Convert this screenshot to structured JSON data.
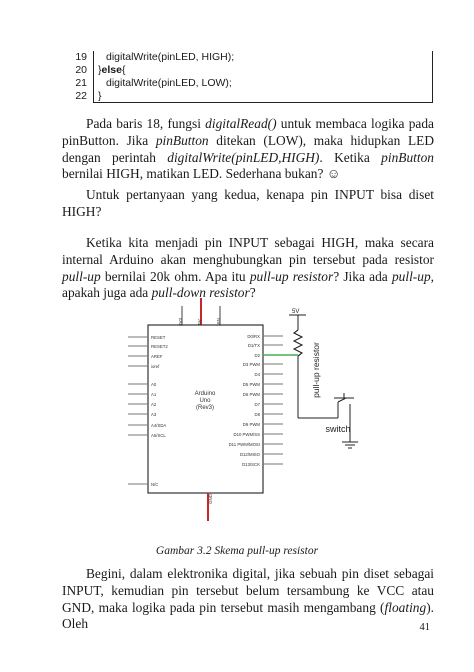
{
  "code": {
    "line_numbers": [
      "19",
      "20",
      "21",
      "22"
    ],
    "lines": [
      "digitalWrite(pinLED, HIGH);",
      "}else{",
      "digitalWrite(pinLED, LOW);",
      "}"
    ]
  },
  "paragraphs": {
    "p1": {
      "a": "Pada baris 18, fungsi ",
      "b": "digitalRead()",
      "c": " untuk membaca logika pada pinButton. Jika ",
      "d": "pinButton",
      "e": " ditekan (LOW), maka hidupkan LED dengan perintah ",
      "f": "digitalWrite(pinLED,HIGH)",
      "g": ". Ketika ",
      "h": "pinButton",
      "i": " bernilai HIGH, matikan LED. Sederhana bukan? ☺"
    },
    "p2": "Untuk pertanyaan yang kedua, kenapa pin INPUT bisa diset HIGH?",
    "p3": {
      "a": "Ketika kita menjadi pin INPUT sebagai HIGH, maka secara internal Arduino akan menghubungkan pin tersebut pada resistor ",
      "b": "pull-up",
      "c": " bernilai 20k ohm. Apa itu ",
      "d": "pull-up resistor",
      "e": "? Jika ada ",
      "f": "pull-up",
      "g": ", apakah juga ada ",
      "h": "pull-down resistor",
      "i": "?"
    },
    "p4": {
      "a": "Begini, dalam elektronika digital, jika sebuah pin diset sebagai INPUT, kemudian pin tersebut belum tersambung ke VCC atau GND, maka logika pada pin tersebut masih mengambang (",
      "b": "floating",
      "c": "). Oleh"
    }
  },
  "figure": {
    "caption": "Gambar 3.2 Skema pull-up resistor",
    "board_label_1": "Arduino",
    "board_label_2": "Uno",
    "board_label_3": "(Rev3)",
    "top_pins": [
      "3V3",
      "5V",
      "VIN"
    ],
    "bottom_pin": "GND",
    "left_pins": [
      "RESET",
      "RESET2",
      "AREF",
      "ioref",
      "A0",
      "A1",
      "A2",
      "A3",
      "A4/SDA",
      "A5/SCL",
      "N/C"
    ],
    "right_pins": [
      "D0/RX",
      "D1/TX",
      "D2",
      "D3 PWM",
      "D4",
      "D5 PWM",
      "D6 PWM",
      "D7",
      "D8",
      "D9 PWM",
      "D10 PWM/SS",
      "D11 PWM/MOSI",
      "D12/MISO",
      "D13/SCK"
    ],
    "supply_label": "5V",
    "resistor_label": "pull-up resistor",
    "switch_label": "switch"
  },
  "page_number": "41"
}
